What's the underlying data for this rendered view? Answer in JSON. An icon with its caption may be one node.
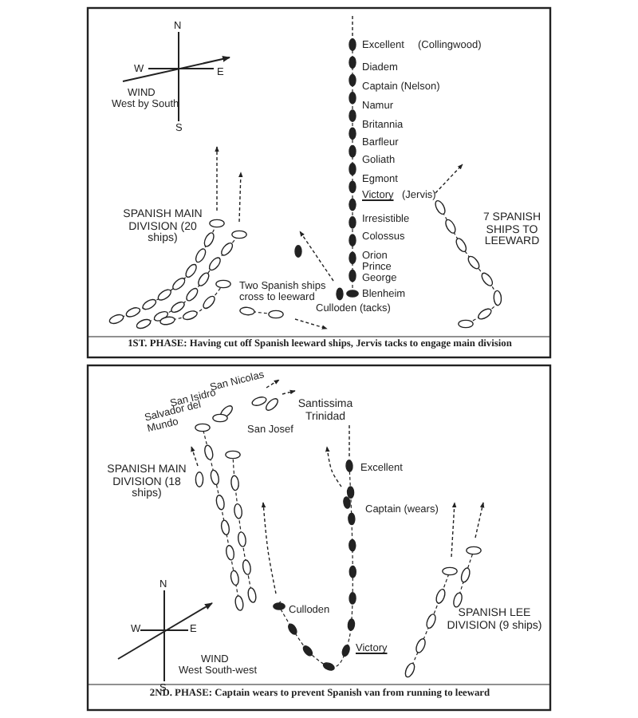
{
  "diagram": {
    "labels": [
      "N",
      "W",
      "E",
      "WIND",
      "West by South",
      "S",
      "Excellent",
      "(Collingwood)",
      "Diadem",
      "Captain (Nelson)",
      "Namur",
      "Britannia",
      "Barfleur",
      "Goliath",
      "Egmont",
      "Victory",
      "(Jervis)",
      "Irresistible",
      "Colossus",
      "Orion",
      "Prince George",
      "Blenheim",
      "Culloden (tacks)",
      "SPANISH MAIN DIVISION (20 ships)",
      "7 SPANISH SHIPS TO LEEWARD",
      "Two Spanish ships cross to leeward",
      "1ST. PHASE: Having cut off Spanish leeward ships, Jervis tacks to engage main division",
      "San Nicolas",
      "San Isidro",
      "Salvador del Mundo",
      "Santissima Trinidad",
      "San Josef",
      "SPANISH MAIN DIVISION (18 ships)",
      "Excellent",
      "Captain (wears)",
      "Culloden",
      "SPANISH LEE DIVISION (9 ships)",
      "Victory",
      "N",
      "W",
      "E",
      "WIND",
      "West South-west",
      "S",
      "2ND. PHASE: Captain wears to prevent Spanish van from running to leeward"
    ]
  }
}
